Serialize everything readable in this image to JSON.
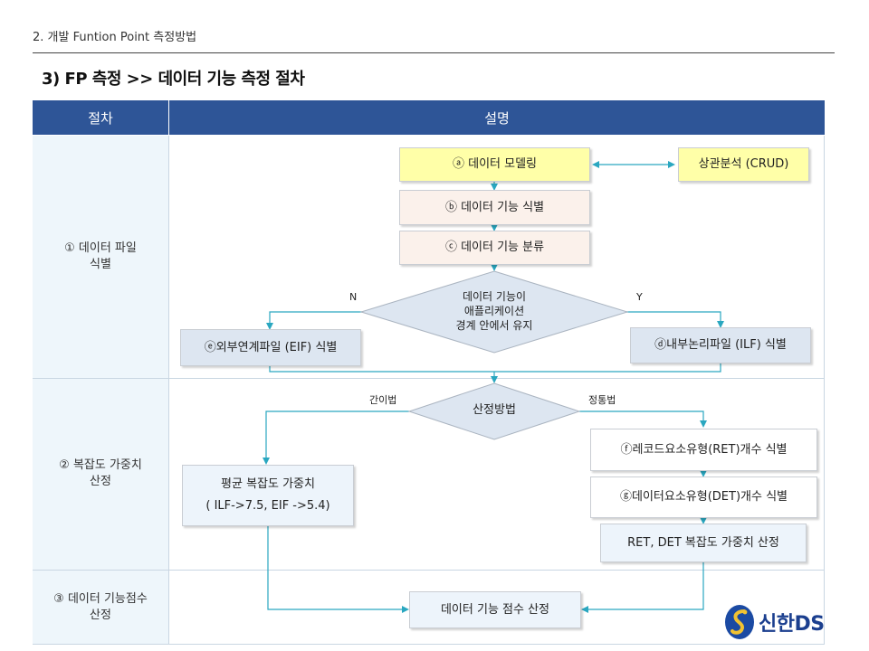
{
  "header": {
    "breadcrumb": "2. 개발 Funtion Point 측정방법",
    "title": "3) FP 측정 >> 데이터 기능 측정 절차"
  },
  "table": {
    "col1_header": "절차",
    "col2_header": "설명",
    "steps": [
      {
        "line1": "① 데이터 파일",
        "line2": "식별"
      },
      {
        "line1": "② 복잡도 가중치",
        "line2": "산정"
      },
      {
        "line1": "③ 데이터 기능점수",
        "line2": "산정"
      }
    ]
  },
  "flow": {
    "a_data_modeling": "ⓐ 데이터 모델링",
    "crud_analysis": "상관분석 (CRUD)",
    "b_identify": "ⓑ 데이터 기능 식별",
    "c_classify": "ⓒ 데이터 기능 분류",
    "decision1": {
      "line1": "데이터 기능이",
      "line2": "애플리케이션",
      "line3": "경계 안에서 유지"
    },
    "no_label": "N",
    "yes_label": "Y",
    "e_eif": "ⓔ외부연계파일 (EIF) 식별",
    "d_ilf": "ⓓ내부논리파일 (ILF) 식별",
    "decision2": "산정방법",
    "simple_label": "간이법",
    "precise_label": "정통법",
    "avg_weight": {
      "line1": "평균 복잡도 가중치",
      "line2": "( ILF->7.5, EIF ->5.4)"
    },
    "f_ret": "ⓕ레코드요소유형(RET)개수 식별",
    "g_det": "ⓖ데이터요소유형(DET)개수 식별",
    "ret_det_weight": "RET, DET 복잡도 가중치 산정",
    "final_score": "데이터 기능 점수 산정"
  },
  "logo": {
    "text": "신한DS"
  },
  "colors": {
    "header_blue": "#2e5597",
    "arrow_teal": "#2aa7c0",
    "yellow_box": "#ffffa8"
  }
}
